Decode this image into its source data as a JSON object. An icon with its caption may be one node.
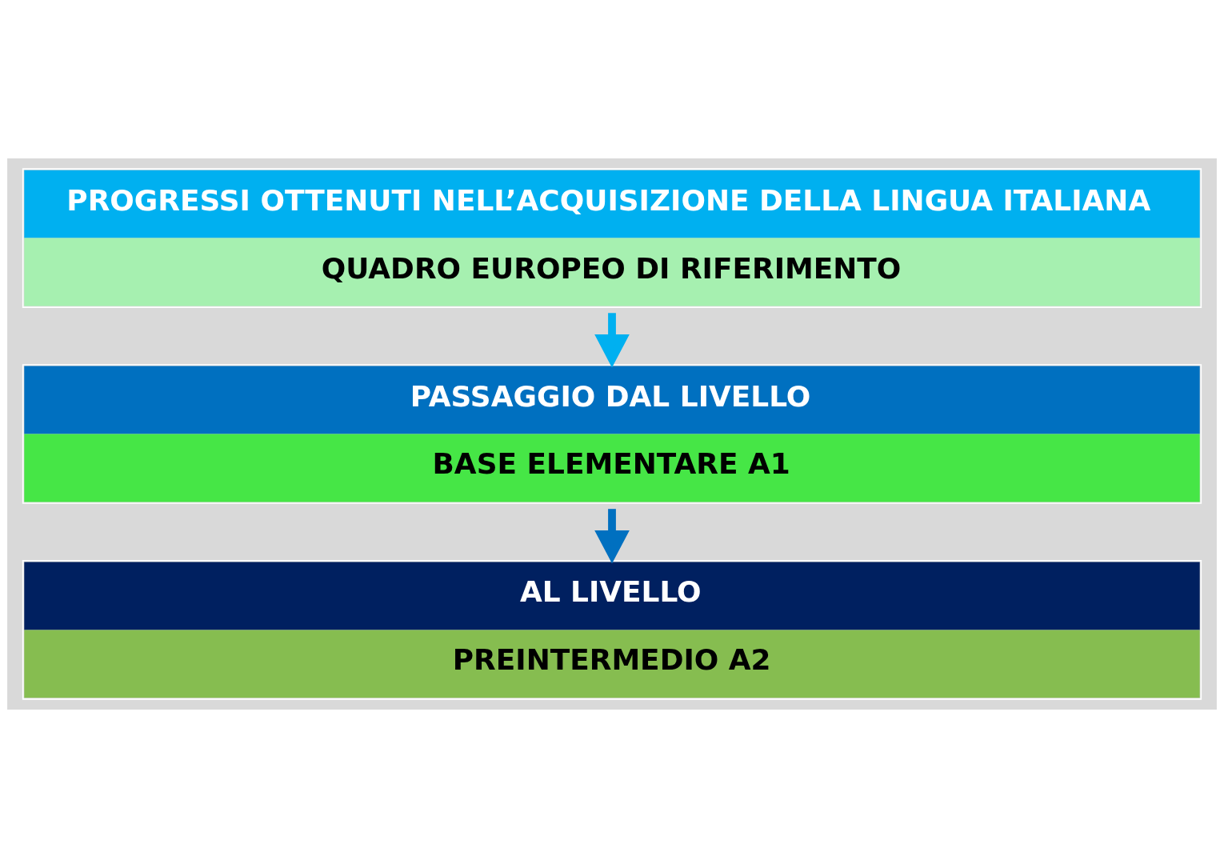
{
  "diagram": {
    "nodes": [
      {
        "text": [
          "PROGRESSI OTTENUTI NELL’ACQUISIZIONE DELLA LINGUA ITALIANA",
          "QUADRO EUROPEO DI RIFERIMENTO"
        ]
      },
      {
        "text": [
          "PASSAGGIO DAL LIVELLO",
          "BASE ELEMENTARE A1"
        ]
      },
      {
        "text": [
          "AL LIVELLO",
          "PREINTERMEDIO A2"
        ]
      }
    ],
    "edges": [
      {
        "from": 0,
        "to": 1,
        "arrow": "to",
        "color": "#00b0f0"
      },
      {
        "from": 1,
        "to": 2,
        "arrow": "to",
        "color": "#0070c0"
      }
    ]
  }
}
